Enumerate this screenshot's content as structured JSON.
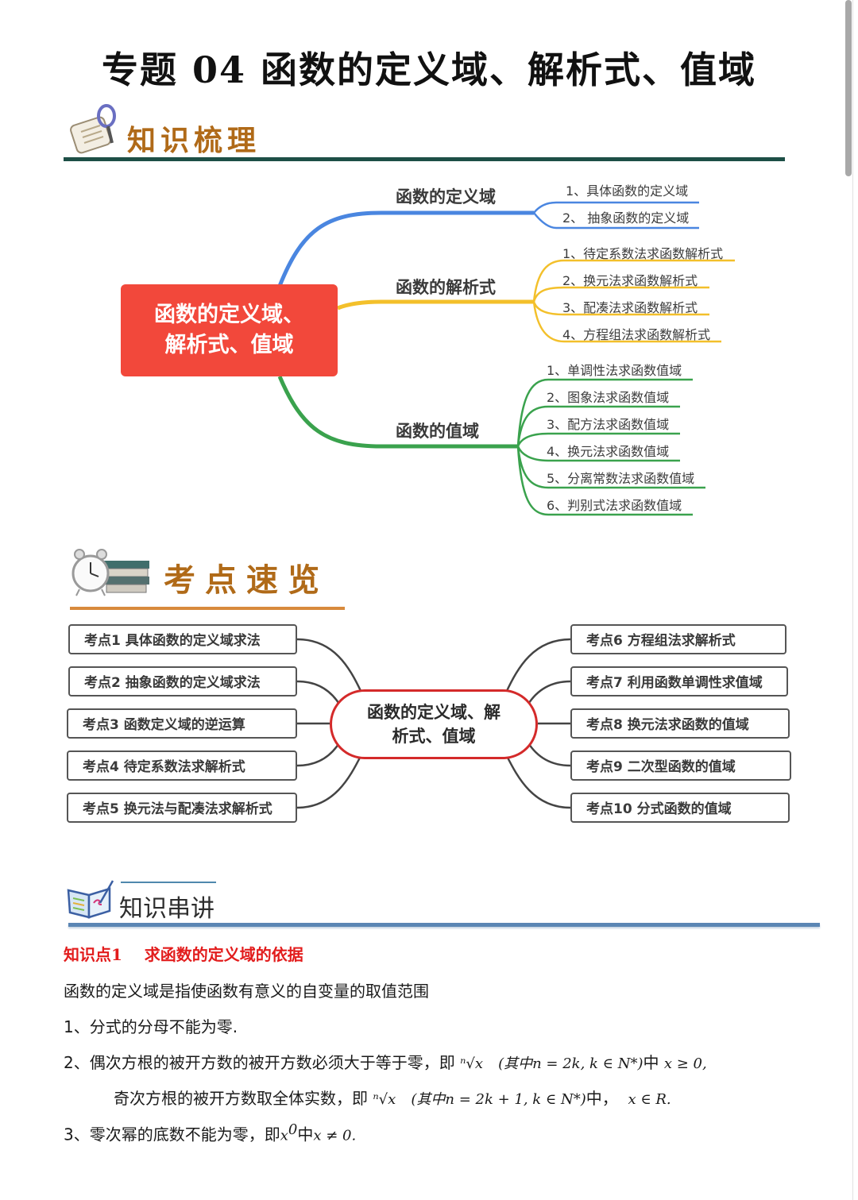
{
  "document": {
    "title": "专题 04  函数的定义域、解析式、值域"
  },
  "sections": {
    "knowledge_outline": {
      "label": "知识梳理",
      "icon": "magnifier-notepad-icon"
    },
    "exam_points": {
      "label": "考点速览",
      "icon": "alarm-clock-books-icon"
    },
    "knowledge_explain": {
      "label": "知识串讲",
      "icon": "open-book-pen-icon"
    }
  },
  "mindmap": {
    "root": {
      "line1": "函数的定义域、",
      "line2": "解析式、值域",
      "color": "#f2483b"
    },
    "branches": [
      {
        "label": "函数的定义域",
        "color": "#4a86e0",
        "leaves": [
          "1、具体函数的定义域",
          "2、 抽象函数的定义域"
        ]
      },
      {
        "label": "函数的解析式",
        "color": "#f3c02b",
        "leaves": [
          "1、待定系数法求函数解析式",
          "2、换元法求函数解析式",
          "3、配凑法求函数解析式",
          "4、方程组法求函数解析式"
        ]
      },
      {
        "label": "函数的值域",
        "color": "#3aa24d",
        "leaves": [
          "1、单调性法求函数值域",
          "2、图象法求函数值域",
          "3、配方法求函数值域",
          "4、换元法求函数值域",
          "5、分离常数法求函数值域",
          "6、判别式法求函数值域"
        ]
      }
    ]
  },
  "exam_map": {
    "center": {
      "line1": "函数的定义域、解",
      "line2": "析式、值域"
    },
    "left": [
      "考点1  具体函数的定义域求法",
      "考点2  抽象函数的定义域求法",
      "考点3 函数定义域的逆运算",
      "考点4  待定系数法求解析式",
      "考点5  换元法与配凑法求解析式"
    ],
    "right": [
      "考点6   方程组法求解析式",
      "考点7  利用函数单调性求值域",
      "考点8  换元法求函数的值域",
      "考点9  二次型函数的值域",
      "考点10  分式函数的值域"
    ]
  },
  "knowledge_point": {
    "heading_prefix": "知识点",
    "heading_num": "1",
    "heading_text": "求函数的定义域的依据",
    "intro": "函数的定义域是指使函数有意义的自变量的取值范围",
    "rule1": "1、分式的分母不能为零.",
    "rule2_a": "2、偶次方根的被开方数的被开方数必须大于等于零，即",
    "rule2_a_root": "ⁿ√x",
    "rule2_a_cond": "(其中n = 2k, k ∈ N*)",
    "rule2_a_mid": "中",
    "rule2_a_result": "x ≥ 0,",
    "rule2_b": "奇次方根的被开方数取全体实数，即",
    "rule2_b_root": "ⁿ√x",
    "rule2_b_cond": "(其中n = 2k + 1, k ∈ N*)",
    "rule2_b_mid": "中，",
    "rule2_b_result": "x ∈ R.",
    "rule3_a": "3、零次幂的底数不能为零，即",
    "rule3_base": "x",
    "rule3_exp": "0",
    "rule3_mid": "中",
    "rule3_result": "x ≠ 0."
  }
}
